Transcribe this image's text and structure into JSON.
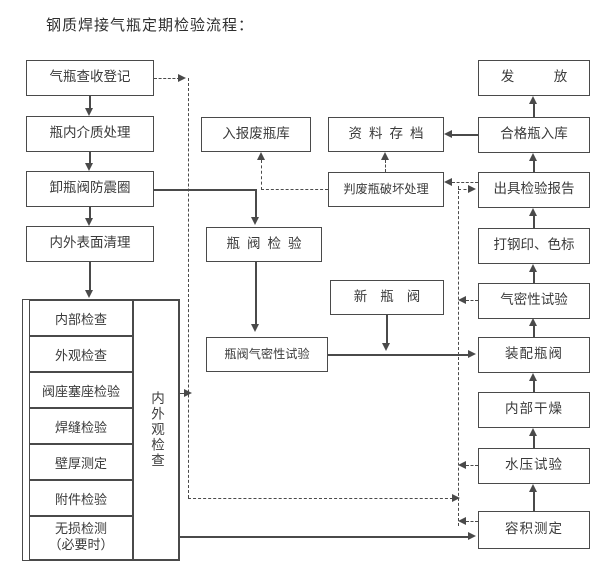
{
  "title": "钢质焊接气瓶定期检验流程：",
  "left_column": {
    "steps": [
      {
        "label": "气瓶查收登记"
      },
      {
        "label": "瓶内介质处理"
      },
      {
        "label": "卸瓶阀防震圈"
      },
      {
        "label": "内外表面清理"
      }
    ]
  },
  "inspection_table": {
    "group_label": "内外观检查",
    "rows": [
      {
        "label": "内部检查"
      },
      {
        "label": "外观检查"
      },
      {
        "label": "阀座塞座检验"
      },
      {
        "label": "焊缝检验"
      },
      {
        "label": "壁厚测定"
      },
      {
        "label": "附件检验"
      },
      {
        "label": "无损检测",
        "label2": "（必要时）"
      }
    ]
  },
  "middle_column": {
    "scrap_store": "入报废瓶库",
    "archive": "资料存档",
    "scrap_destroy": "判废瓶破坏处理",
    "valve_inspect": "瓶阀检验",
    "new_valve": "新瓶阀",
    "valve_airtight": "瓶阀气密性试验"
  },
  "right_column": {
    "steps": [
      {
        "label": "发　放"
      },
      {
        "label": "合格瓶入库"
      },
      {
        "label": "出具检验报告"
      },
      {
        "label": "打钢印、色标"
      },
      {
        "label": "气密性试验"
      },
      {
        "label": "装配瓶阀"
      },
      {
        "label": "内部干燥"
      },
      {
        "label": "水压试验"
      },
      {
        "label": "容积测定"
      }
    ]
  },
  "style": {
    "line_color": "#4a4a4a",
    "text_color": "#3a3a3a",
    "background": "#ffffff"
  }
}
